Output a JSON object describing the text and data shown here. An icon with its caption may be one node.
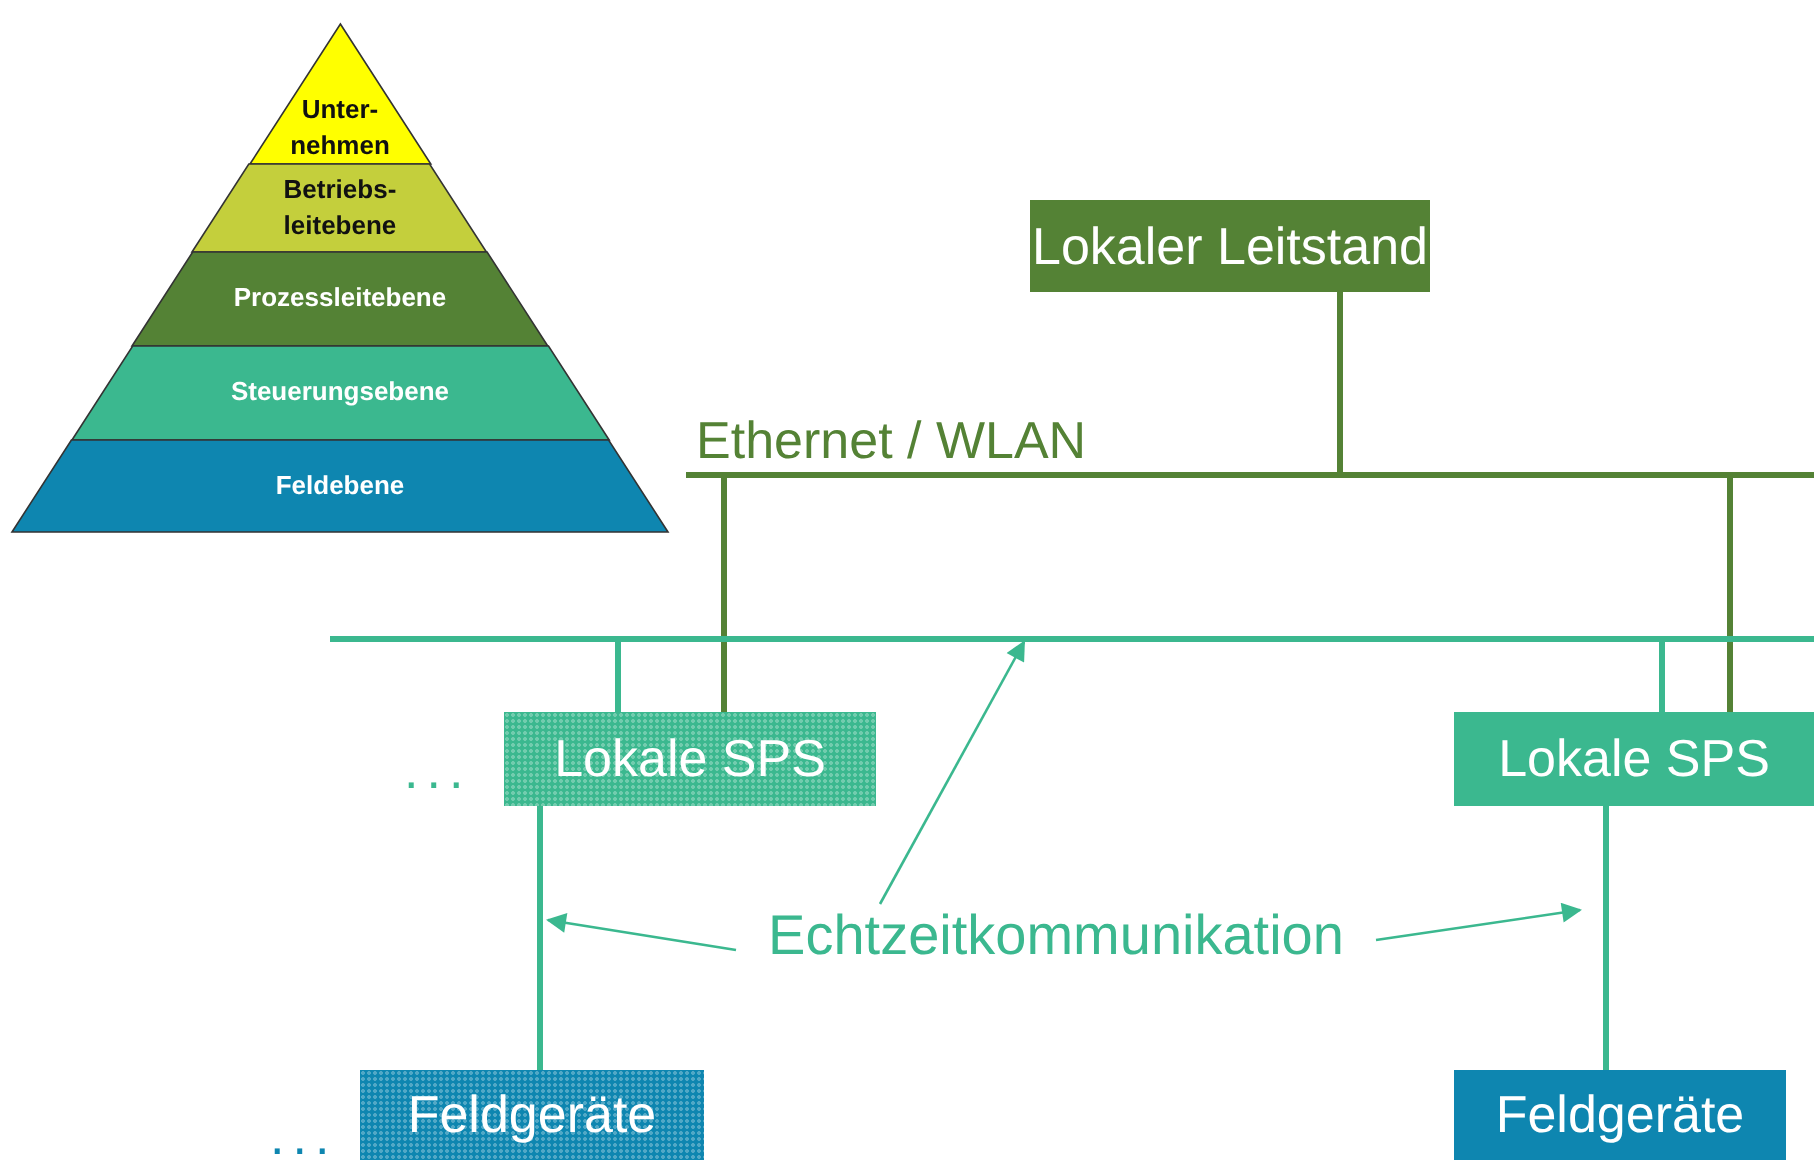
{
  "diagram": {
    "nodes": [
      {
        "text": [
          "Unter- nehmen"
        ]
      },
      {
        "text": [
          "Betriebs- leitebene"
        ]
      },
      {
        "text": [
          "Prozessleitebene"
        ]
      },
      {
        "text": [
          "Steuerungsebene"
        ]
      },
      {
        "text": [
          "Feldebene"
        ]
      },
      {
        "text": [
          "Lokaler Leitstand"
        ]
      },
      {
        "text": [
          "Ethernet / WLAN"
        ]
      },
      {
        "text": [],
        "shape": "bar"
      },
      {
        "text": [
          "Lokale SPS"
        ],
        "beside": [
          "..."
        ]
      },
      {
        "text": [
          "Lokale SPS"
        ]
      },
      {
        "text": [
          "Feldgeräte"
        ],
        "beside": [
          "..."
        ]
      },
      {
        "text": [
          "Feldgeräte"
        ]
      },
      {
        "text": [
          "Echtzeitkommunikation"
        ]
      }
    ],
    "edges": [
      {
        "from": 5,
        "to": 6,
        "arrow": "none",
        "color": "#548235"
      },
      {
        "from": 6,
        "to": 8,
        "arrow": "none",
        "color": "#548235"
      },
      {
        "from": 6,
        "to": 9,
        "arrow": "none",
        "color": "#548235"
      },
      {
        "from": 7,
        "to": 8,
        "arrow": "none"
      },
      {
        "from": 7,
        "to": 9,
        "arrow": "none"
      },
      {
        "from": 8,
        "to": 10,
        "arrow": "none"
      },
      {
        "from": 9,
        "to": 11,
        "arrow": "none"
      },
      {
        "from": 12,
        "to": 7,
        "arrow": "to"
      },
      {
        "from": 12,
        "to": null,
        "arrow": "to"
      },
      {
        "from": 12,
        "to": null,
        "arrow": "to"
      }
    ]
  }
}
